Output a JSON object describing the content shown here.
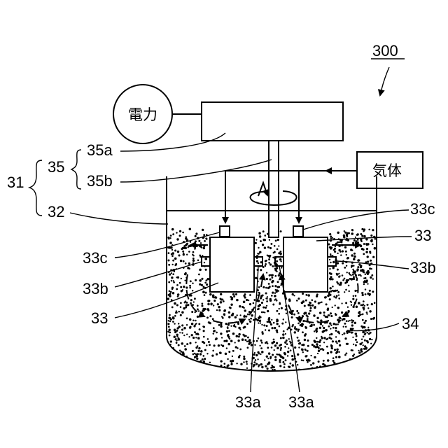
{
  "figure_number": "300",
  "power_label": "電力",
  "gas_label": "気体",
  "labels": {
    "l31": "31",
    "l35": "35",
    "l35a": "35a",
    "l35b": "35b",
    "l32": "32",
    "l33c_left": "33c",
    "l33b_left": "33b",
    "l33_left": "33",
    "l33c_right": "33c",
    "l33_right": "33",
    "l33b_right": "33b",
    "l34": "34",
    "l33a_left": "33a",
    "l33a_right": "33a"
  },
  "colors": {
    "ink": "#000000",
    "background": "#ffffff"
  }
}
